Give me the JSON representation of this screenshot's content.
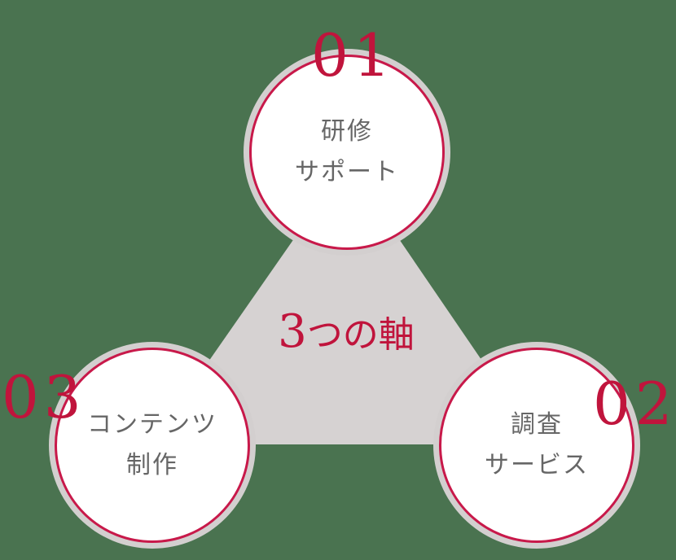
{
  "diagram": {
    "title": "3つの軸",
    "title_parts": {
      "number": "3",
      "rest": "つの軸"
    },
    "colors": {
      "background": "#4a7350",
      "triangle": "#d6d2d2",
      "accent": "#c0143c",
      "ring": "#c8194a",
      "circle_fill": "#ffffff",
      "circle_shadow": "#d3cfcf",
      "label_text": "#666666"
    },
    "nodes": [
      {
        "number": "01",
        "lines": [
          "研修",
          "サポート"
        ],
        "position": "top"
      },
      {
        "number": "02",
        "lines": [
          "調査",
          "サービス"
        ],
        "position": "bottom-right"
      },
      {
        "number": "03",
        "lines": [
          "コンテンツ",
          "制作"
        ],
        "position": "bottom-left"
      }
    ]
  }
}
